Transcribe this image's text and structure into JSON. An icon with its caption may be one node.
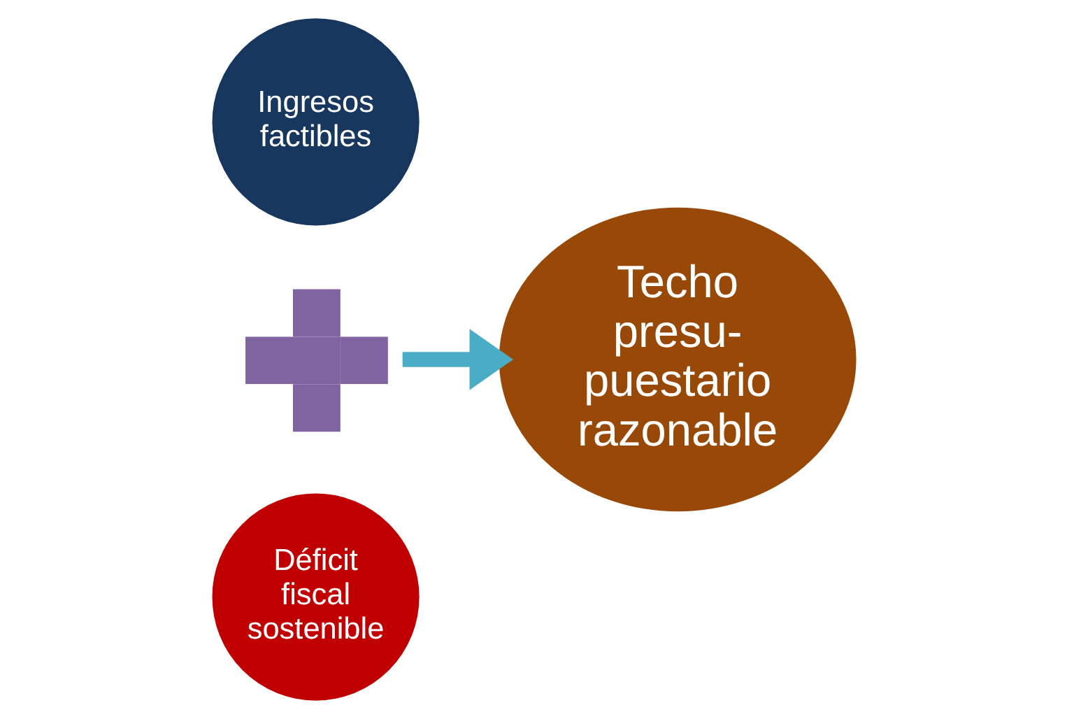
{
  "diagram": {
    "nodes": [
      {
        "text": [
          "Ingresos factibles"
        ]
      },
      {
        "text": [],
        "shape": "plus"
      },
      {
        "text": [
          "Déficit fiscal sostenible"
        ]
      },
      {
        "text": [
          "Techo presu- puestario razonable"
        ]
      }
    ],
    "edges": [
      {
        "from": 1,
        "to": 3,
        "arrow": "to",
        "color": "#4bacc6"
      }
    ]
  }
}
